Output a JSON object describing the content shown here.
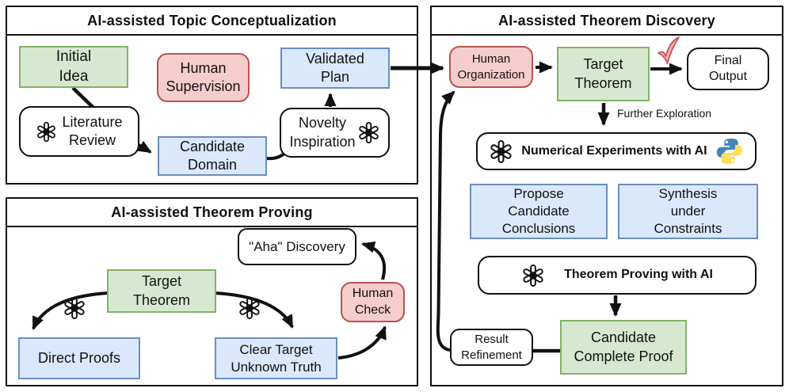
{
  "panels": {
    "topic": {
      "title": "AI-assisted Topic Conceptualization",
      "nodes": {
        "initial_idea": "Initial\nIdea",
        "human_supervision": "Human\nSupervision",
        "validated_plan": "Validated\nPlan",
        "literature_review": "Literature\nReview",
        "candidate_domain": "Candidate\nDomain",
        "novelty_inspiration": "Novelty\nInspiration"
      }
    },
    "proving": {
      "title": "AI-assisted Theorem Proving",
      "nodes": {
        "aha_discovery": "\"Aha\" Discovery",
        "target_theorem": "Target\nTheorem",
        "human_check": "Human\nCheck",
        "direct_proofs": "Direct Proofs",
        "clear_target": "Clear Target\nUnknown Truth"
      }
    },
    "discovery": {
      "title": "AI-assisted Theorem Discovery",
      "nodes": {
        "human_organization": "Human\nOrganization",
        "target_theorem": "Target\nTheorem",
        "final_output": "Final\nOutput",
        "further_exploration": "Further Exploration",
        "numerical_experiments": "Numerical Experiments with AI",
        "propose_candidate": "Propose\nCandidate\nConclusions",
        "synthesis_constraints": "Synthesis\nunder\nConstraints",
        "theorem_proving_ai": "Theorem Proving with AI",
        "candidate_proof": "Candidate\nComplete Proof",
        "result_refinement": "Result\nRefinement"
      }
    }
  },
  "icons": {
    "openai": "openai-logo-icon",
    "python": "python-logo-icon",
    "checkmark": "red-checkmark-icon"
  },
  "colors": {
    "green_fill": "#d7e8d1",
    "green_border": "#82b366",
    "blue_fill": "#dae8fc",
    "blue_border": "#6c8ebf",
    "red_fill": "#f5cdca",
    "red_border": "#b85450",
    "python_blue": "#4584b6",
    "python_yellow": "#ffde57",
    "check_fill": "#f2b0ac",
    "check_stroke": "#c4565a",
    "line_color": "#111111"
  }
}
